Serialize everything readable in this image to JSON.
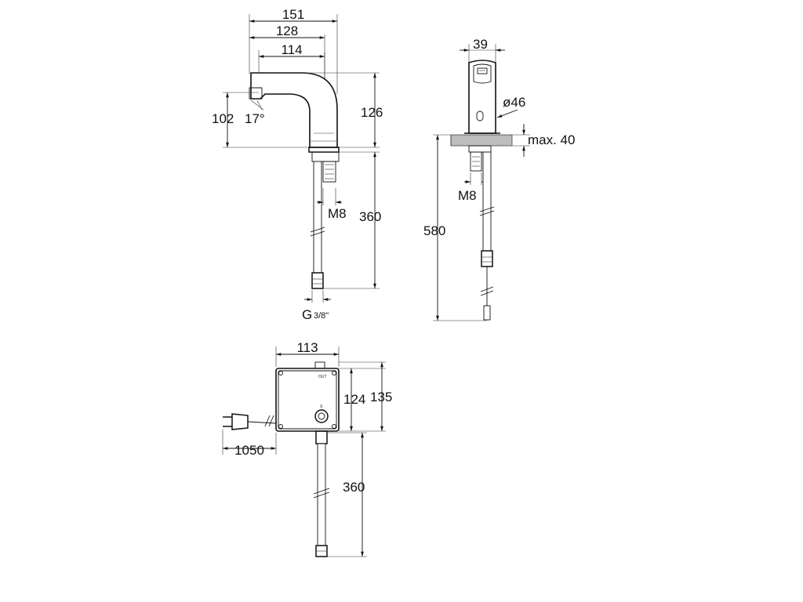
{
  "side_view": {
    "dim_width_total": "151",
    "dim_width_mid": "128",
    "dim_width_spout": "114",
    "dim_height_spout": "102",
    "dim_angle": "17°",
    "dim_height_body": "126",
    "dim_thread": "M8",
    "dim_hose_length": "360",
    "dim_connection_g": "G",
    "dim_connection_frac": "3/8\""
  },
  "front_view": {
    "dim_width": "39",
    "dim_diameter": "ø46",
    "dim_max_deck": "max. 40",
    "dim_thread": "M8",
    "dim_total_length": "580"
  },
  "control_box": {
    "dim_width": "113",
    "dim_height_inner": "124",
    "dim_height_outer": "135",
    "dim_cable_length": "1050",
    "dim_hose_length": "360",
    "label_out": "OUT",
    "label_knob": "S"
  }
}
